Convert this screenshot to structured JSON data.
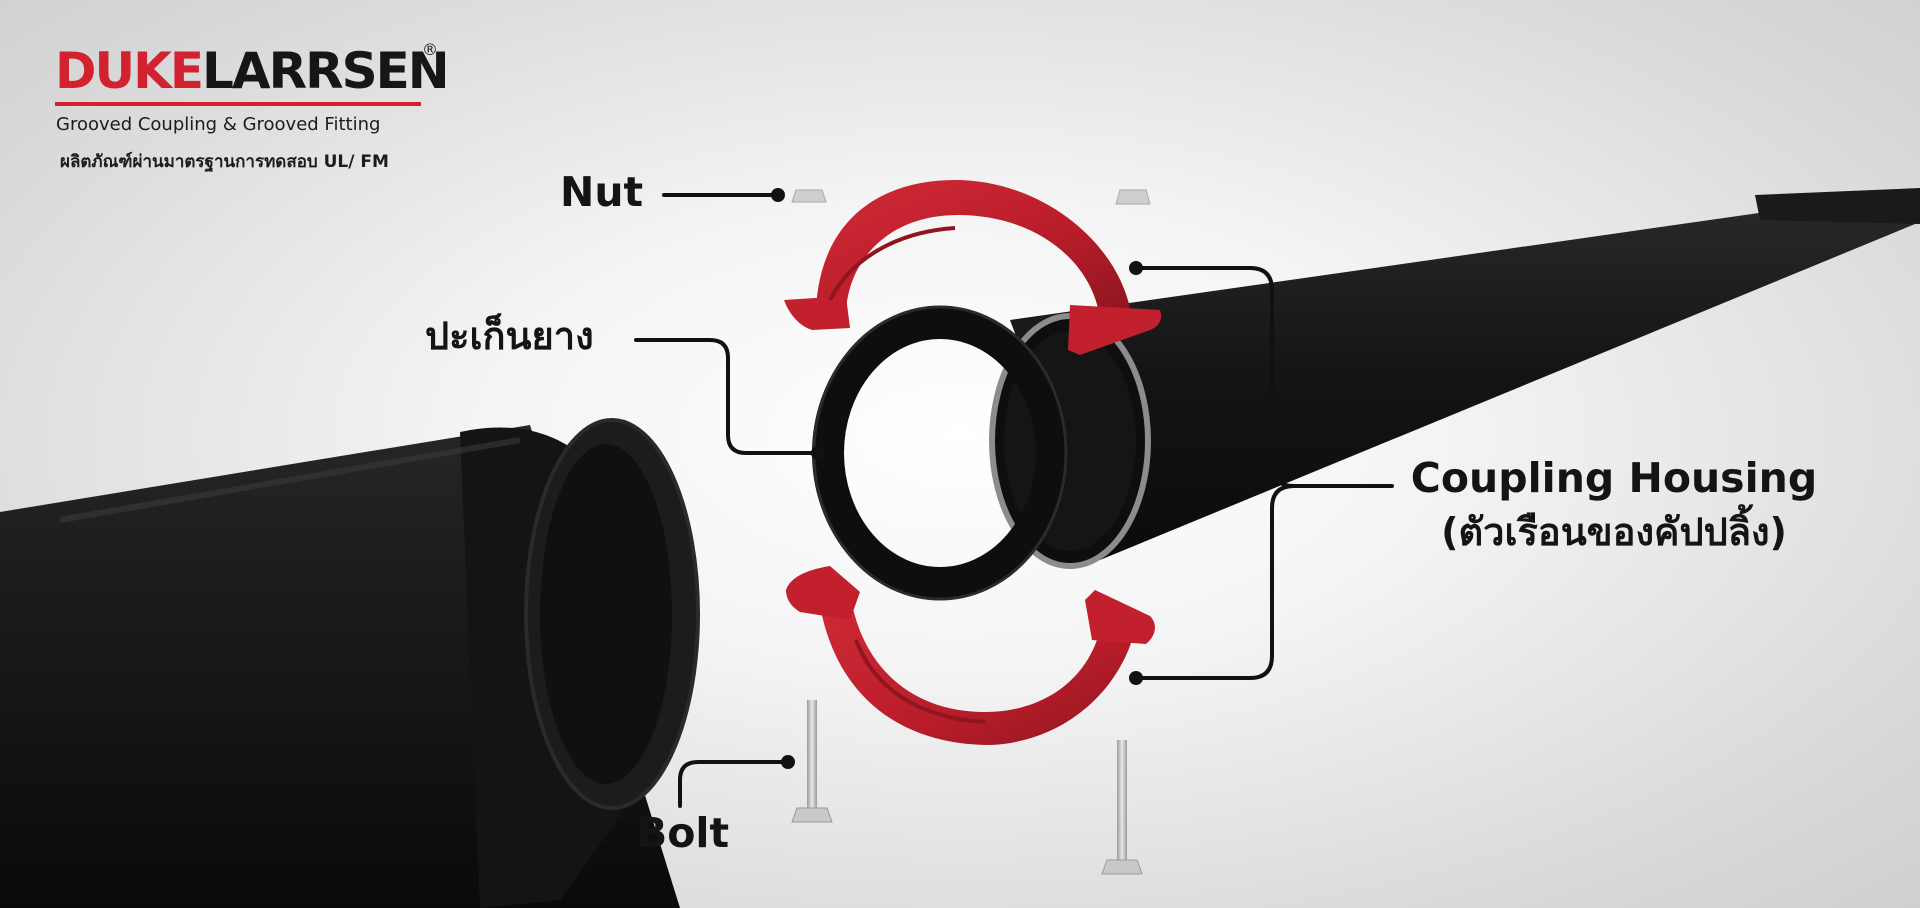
{
  "brand": {
    "name_red": "DUKE",
    "name_black": "LARRSEN",
    "registered_mark": "®",
    "tagline": "Grooved Coupling & Grooved Fitting",
    "certification": "ผลิตภัณฑ์ผ่านมาตรฐานการทดสอบ UL/ FM"
  },
  "labels": {
    "nut": "Nut",
    "gasket": "ปะเก็นยาง",
    "bolt": "Bolt",
    "housing": "Coupling Housing",
    "housing_thai": "(ตัวเรือนของคัปปลิ้ง)"
  },
  "colors": {
    "brand_red": "#d2222f",
    "housing_red": "#c1202c",
    "pipe_black": "#161616",
    "leader_line": "#111111"
  }
}
